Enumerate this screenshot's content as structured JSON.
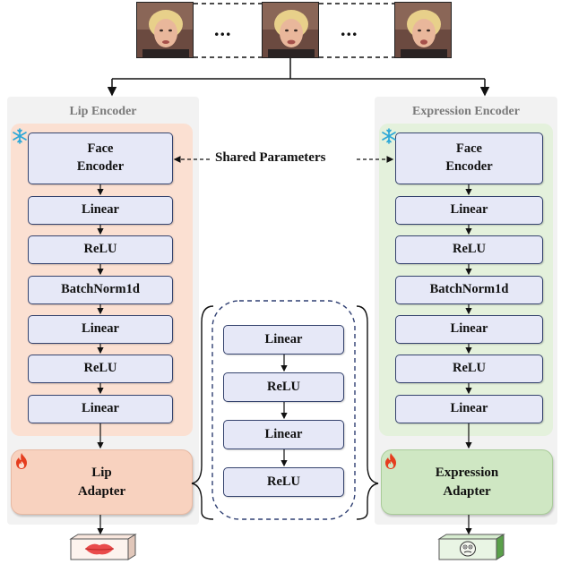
{
  "frames": {
    "ellipsis_left": "...",
    "ellipsis_right": "..."
  },
  "lip_encoder": {
    "title": "Lip Encoder",
    "face_encoder": "Face\nEncoder",
    "layers": [
      "Linear",
      "ReLU",
      "BatchNorm1d",
      "Linear",
      "ReLU",
      "Linear"
    ],
    "adapter": "Lip\nAdapter"
  },
  "expression_encoder": {
    "title": "Expression Encoder",
    "face_encoder": "Face\nEncoder",
    "layers": [
      "Linear",
      "ReLU",
      "BatchNorm1d",
      "Linear",
      "ReLU",
      "Linear"
    ],
    "adapter": "Expression\nAdapter"
  },
  "shared_label": "Shared Parameters",
  "adapter_detail": {
    "layers": [
      "Linear",
      "ReLU",
      "Linear",
      "ReLU"
    ]
  },
  "icons": {
    "frozen": "snowflake-icon",
    "trainable": "fire-icon",
    "lip_output": "lips-icon",
    "expression_output": "face-icon"
  },
  "colors": {
    "lip_panel": "#fbe0d2",
    "expression_panel": "#e4f1dc",
    "lip_adapter": "#f8d2bf",
    "expression_adapter": "#cfe7c3",
    "block_fill": "#e6e8f7",
    "block_border": "#35436e",
    "snowflake": "#2aa7d8",
    "fire": "#e53d1e"
  }
}
